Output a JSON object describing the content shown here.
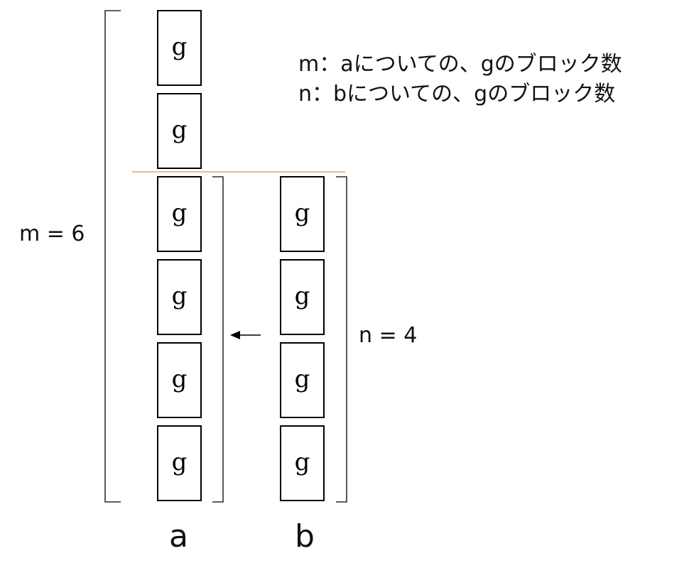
{
  "diagram": {
    "legend": [
      "m：aについての、gのブロック数",
      "n：bについての、gのブロック数"
    ],
    "m_label": "m = 6",
    "n_label": "n = 4",
    "block_text": "g",
    "columns": {
      "a": {
        "label": "a",
        "blocks": [
          "g",
          "g",
          "g",
          "g",
          "g",
          "g"
        ]
      },
      "b": {
        "label": "b",
        "blocks": [
          "g",
          "g",
          "g",
          "g"
        ]
      }
    },
    "colors": {
      "separator": "#f0a060",
      "stroke": "#000000"
    }
  }
}
